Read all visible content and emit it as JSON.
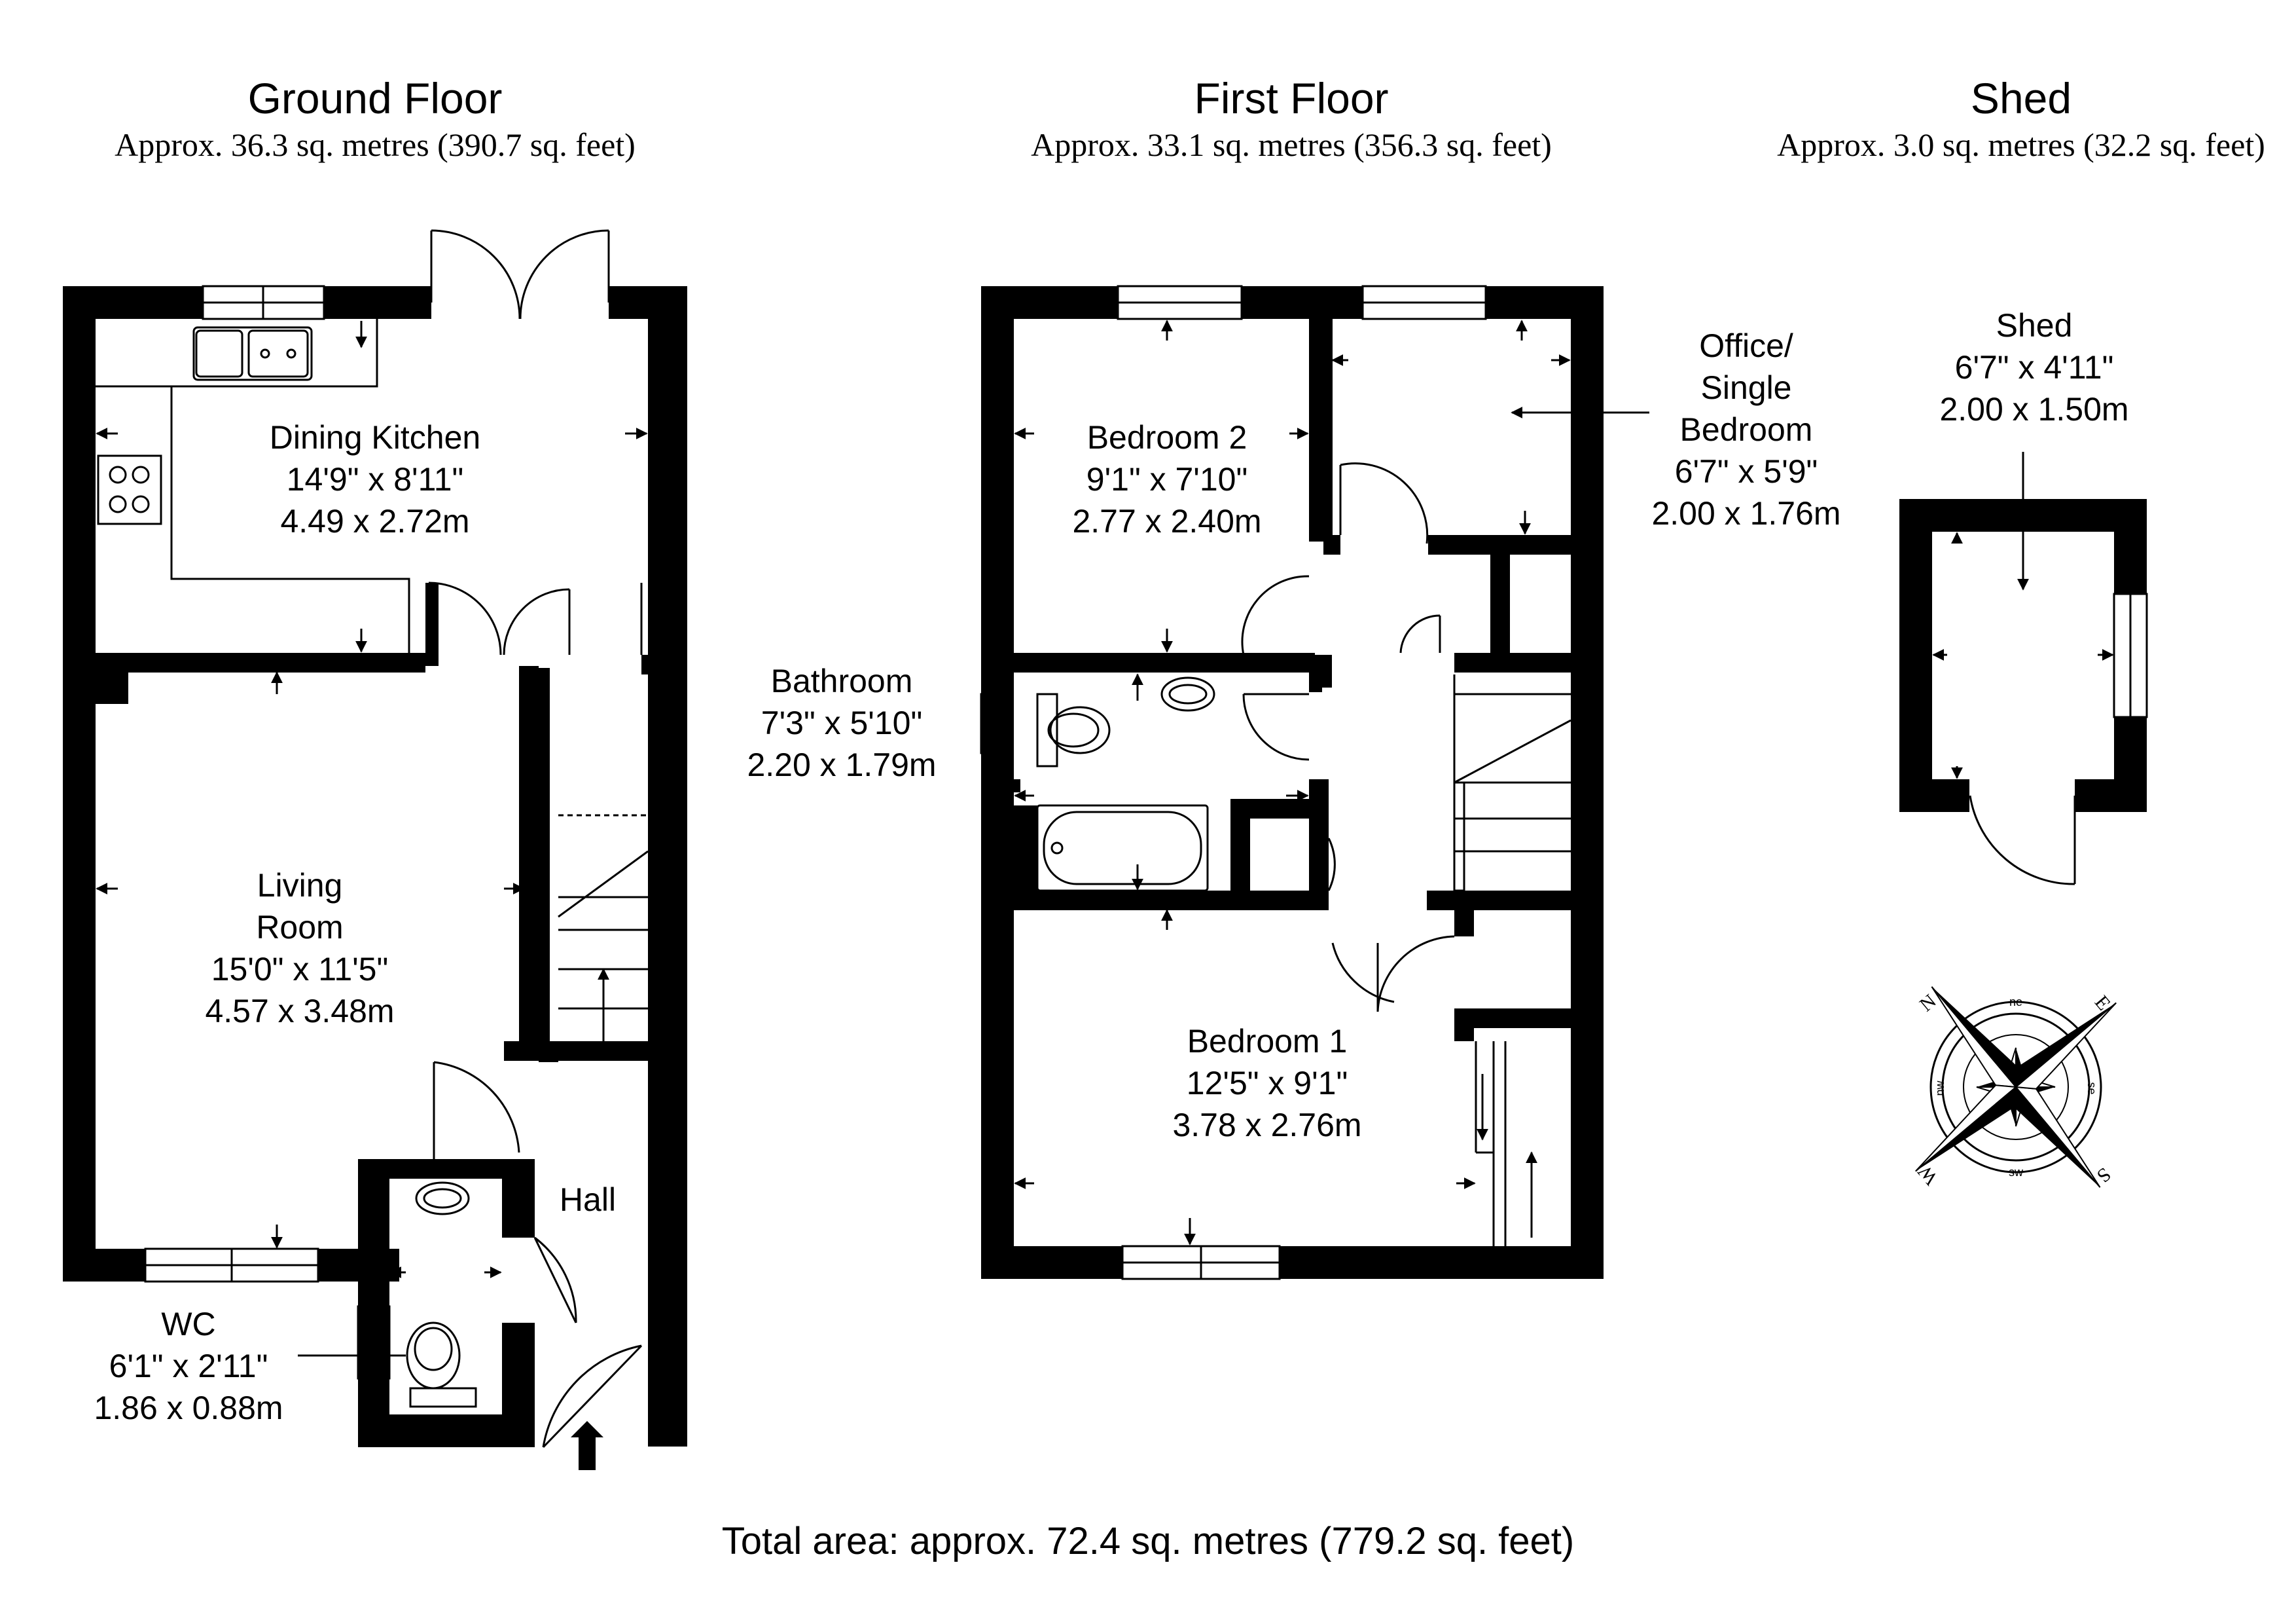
{
  "floors": {
    "ground": {
      "title": "Ground Floor",
      "area": "Approx. 36.3 sq. metres (390.7 sq. feet)"
    },
    "first": {
      "title": "First Floor",
      "area": "Approx. 33.1 sq. metres (356.3 sq. feet)"
    },
    "shed": {
      "title": "Shed",
      "area": "Approx. 3.0 sq. metres (32.2 sq. feet)"
    }
  },
  "rooms": {
    "dining_kitchen": {
      "name": "Dining Kitchen",
      "imperial": "14'9\" x 8'11\"",
      "metric": "4.49 x 2.72m"
    },
    "living_room": {
      "name1": "Living",
      "name2": "Room",
      "imperial": "15'0\" x 11'5\"",
      "metric": "4.57 x 3.48m"
    },
    "hall": {
      "name": "Hall"
    },
    "wc": {
      "name": "WC",
      "imperial": "6'1\" x 2'11\"",
      "metric": "1.86 x 0.88m"
    },
    "bedroom2": {
      "name": "Bedroom 2",
      "imperial": "9'1\" x 7'10\"",
      "metric": "2.77 x 2.40m"
    },
    "office": {
      "name1": "Office/",
      "name2": "Single",
      "name3": "Bedroom",
      "imperial": "6'7\" x 5'9\"",
      "metric": "2.00 x 1.76m"
    },
    "bathroom": {
      "name": "Bathroom",
      "imperial": "7'3\" x 5'10\"",
      "metric": "2.20 x 1.79m"
    },
    "bedroom1": {
      "name": "Bedroom 1",
      "imperial": "12'5\" x 9'1\"",
      "metric": "3.78 x 2.76m"
    },
    "shed_room": {
      "name": "Shed",
      "imperial": "6'7\" x 4'11\"",
      "metric": "2.00 x 1.50m"
    }
  },
  "compass": {
    "n": "N",
    "e": "E",
    "s": "S",
    "w": "W",
    "ne": "ne",
    "se": "se",
    "sw": "sw",
    "nw": "nw"
  },
  "total": "Total area: approx. 72.4 sq. metres (779.2 sq. feet)",
  "colors": {
    "wall": "#000000",
    "line": "#000000",
    "background": "#ffffff"
  }
}
